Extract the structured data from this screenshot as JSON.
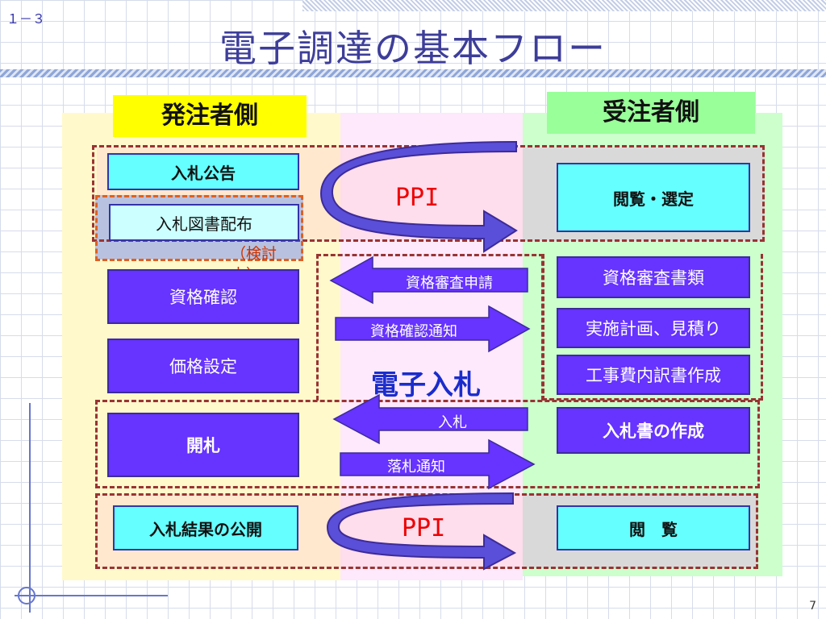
{
  "slide_number": "１－３",
  "page_number": "7",
  "title": "電子調達の基本フロー",
  "buyer_header": "発注者側",
  "supplier_header": "受注者側",
  "buyer_boxes": {
    "announcement": "入札公告",
    "distribution": "入札図書配布",
    "distribution_note": "（検討中）",
    "qualification": "資格確認",
    "pricing": "価格設定",
    "opening": "開札",
    "results": "入札結果の公開"
  },
  "supplier_boxes": {
    "browse_select": "閲覧・選定",
    "qual_docs": "資格審査書類",
    "plan_estimate": "実施計画、見積り",
    "breakdown": "工事費内訳書作成",
    "bid_creation": "入札書の作成",
    "browse": "閲　覧"
  },
  "arrows": {
    "ppi_top": "PPI",
    "qual_request": "資格審査申請",
    "qual_notice": "資格確認通知",
    "bid": "入札",
    "award_notice": "落札通知",
    "ppi_bottom": "PPI"
  },
  "center_label": "電子入札",
  "colors": {
    "arrow_fill": "#6633ff",
    "curve_fill": "#5a4fd8",
    "ppi_text": "#ee0000",
    "center_text": "#1a2ccc"
  }
}
